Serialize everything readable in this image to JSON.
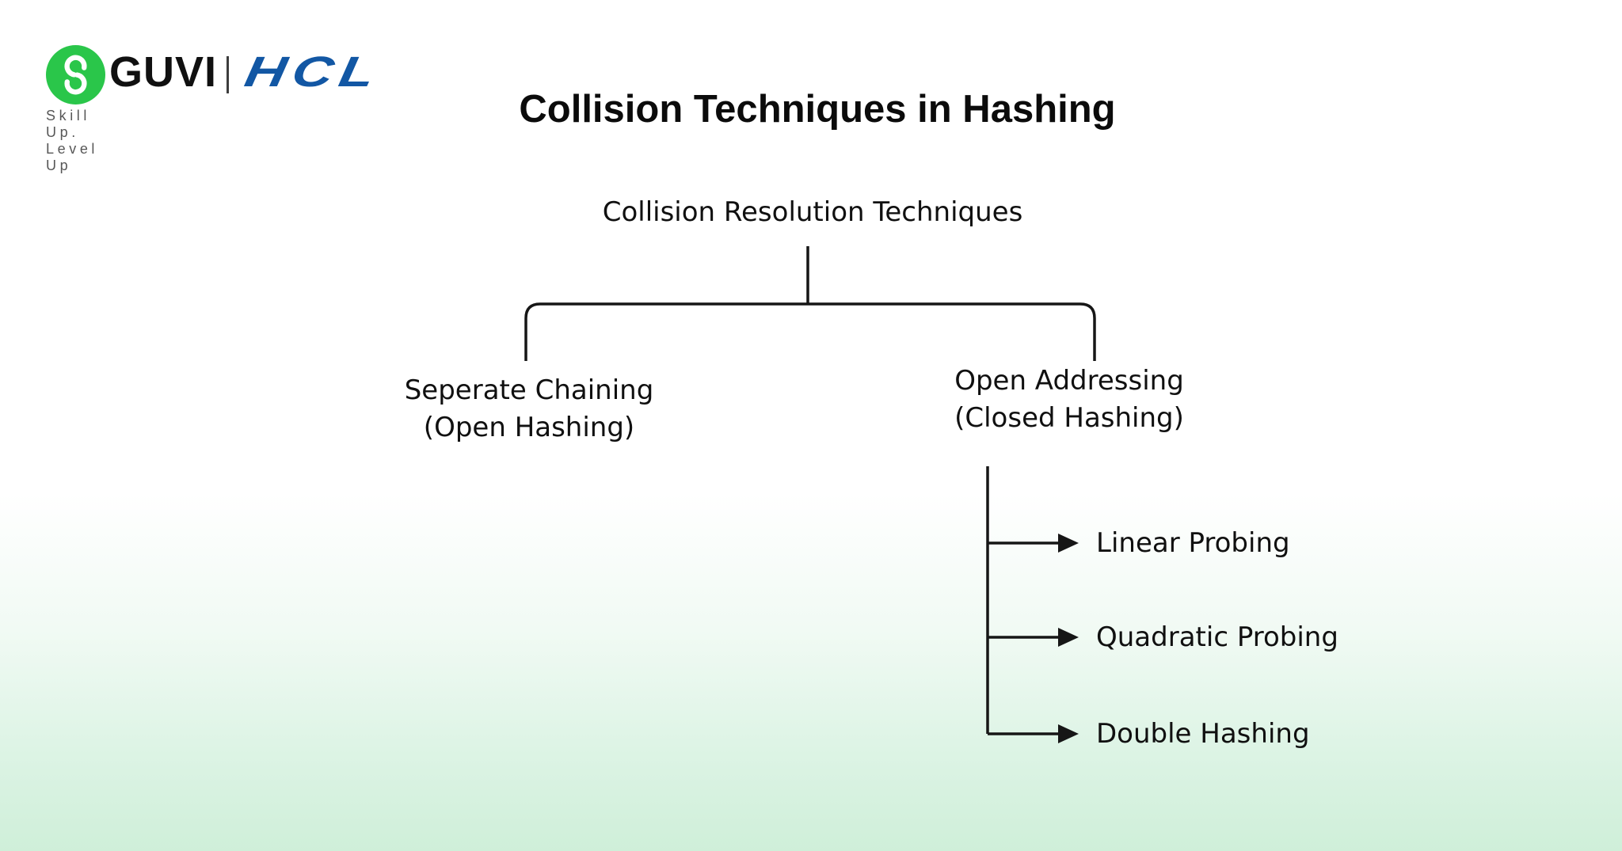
{
  "brand": {
    "logo_icon": "guvi-g-icon",
    "guvi_wordmark": "GUVI",
    "hcl_wordmark": "HCL",
    "tagline": "Skill Up. Level Up",
    "guvi_green": "#2AC64A",
    "hcl_blue": "#1257A4"
  },
  "title": "Collision Techniques in Hashing",
  "tree": {
    "root_label": "Collision Resolution Techniques",
    "branches": [
      {
        "name": "separate-chaining",
        "line1": "Seperate Chaining",
        "line2": "(Open Hashing)",
        "children": []
      },
      {
        "name": "open-addressing",
        "line1": "Open Addressing",
        "line2": "(Closed Hashing)",
        "children": [
          "Linear Probing",
          "Quadratic Probing",
          "Double Hashing"
        ]
      }
    ]
  },
  "colors": {
    "connector": "#161616",
    "text": "#101010",
    "background_bottom": "#cfefd9"
  }
}
